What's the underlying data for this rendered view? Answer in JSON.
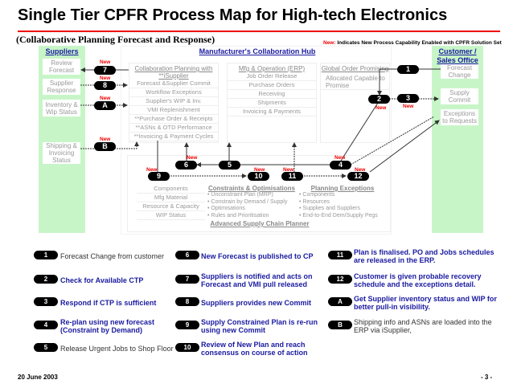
{
  "title": "Single Tier CPFR Process Map for High-tech Electronics",
  "subtitle": "(Collaborative Planning Forecast and Response)",
  "new_note": {
    "prefix": "New:",
    "text": "Indicates New Process Capability Enabled with CPFR Solution Set"
  },
  "suppliers": {
    "header": "Suppliers",
    "boxes": [
      "Review Forecast",
      "Supplier Response",
      "Inventory & Wip Status",
      "Shipping & Invoicing Status"
    ]
  },
  "hub": {
    "header": "Manufacturer's Collaboration Hub",
    "collab": {
      "title": "Collaboration Planning with **iSupplier",
      "rows": [
        "Forecast &Supplier Commit",
        "Workflow Exceptions",
        "Supplier's WIP & Inv.",
        "VMI Replenishment",
        "**Purchase Order & Receipts",
        "**ASNs & OTD Performance",
        "**Invoicing & Payment Cycles"
      ]
    },
    "mfg": {
      "title": "Mfg & Operation (ERP)",
      "rows": [
        "Job Order Release",
        "Purchase Orders",
        "Receiving",
        "Shipments",
        "Invoicing & Payments"
      ]
    },
    "gop": {
      "title": "Global Order Promising",
      "text": "Allocated Capable to Promise"
    },
    "ascp": {
      "title": "Advanced Supply Chain Planner",
      "inputs": [
        "Components",
        "Mfg Material",
        "Resource & Capacity",
        "WIP Status"
      ],
      "constraints": {
        "title": "Constraints & Optimisations",
        "items": [
          "Unconstraint Plan (MRP)",
          "Constrain by Demand / Supply",
          "Optimisations",
          "Rules and Prioritisation"
        ]
      },
      "exceptions": {
        "title": "Planning Exceptions",
        "items": [
          "Components",
          "Resources",
          "Supplies and Suppliers",
          "End-to-End Dem/Supply Pegs"
        ]
      }
    }
  },
  "customer": {
    "header": "Customer / Sales Office",
    "boxes": [
      "Forecast Change",
      "Supply Commit",
      "Exceptions to Requests"
    ]
  },
  "new_label": "New",
  "badges": {
    "b1": "1",
    "b2": "2",
    "b3": "3",
    "b4": "4",
    "b5": "5",
    "b6": "6",
    "b7": "7",
    "b8": "8",
    "b9": "9",
    "b10": "10",
    "b11": "11",
    "b12": "12",
    "bA": "A",
    "bB": "B"
  },
  "legend": [
    {
      "id": "1",
      "text": "Forecast Change from customer",
      "style": "plain"
    },
    {
      "id": "2",
      "text": "Check for Available CTP",
      "style": "bold"
    },
    {
      "id": "3",
      "text": "Respond if CTP is sufficient",
      "style": "bold"
    },
    {
      "id": "4",
      "text": "Re-plan using new forecast (Constraint by Demand)",
      "style": "bold"
    },
    {
      "id": "5",
      "text": "Release Urgent Jobs to Shop Floor",
      "style": "plain"
    },
    {
      "id": "6",
      "text": "New Forecast is published to CP",
      "style": "bold"
    },
    {
      "id": "7",
      "text": "Suppliers is notified and acts on Forecast and VMI pull released",
      "style": "bold"
    },
    {
      "id": "8",
      "text": "Suppliers provides new Commit",
      "style": "bold"
    },
    {
      "id": "9",
      "text": "Supply Constrained Plan is re-run using new Commit",
      "style": "bold"
    },
    {
      "id": "10",
      "text": "Review of New Plan and reach consensus on course of action",
      "style": "bold"
    },
    {
      "id": "11",
      "text": "Plan is finalised. PO and Jobs schedules are released in the ERP.",
      "style": "bold"
    },
    {
      "id": "12",
      "text": "Customer is given probable recovery schedule and the exceptions detail.",
      "style": "bold"
    },
    {
      "id": "A",
      "text": "Get Supplier inventory status and WIP for better pull-in visibility.",
      "style": "bold"
    },
    {
      "id": "B",
      "text": "Shipping info and ASNs are loaded into the ERP via iSupplier,",
      "style": "plain"
    }
  ],
  "footer": {
    "date": "20 June 2003",
    "page": "- 3 -"
  },
  "colors": {
    "title_rule": "#ee0000",
    "column_bg": "#c8f5c8",
    "highlight_text": "#1a1aa0",
    "new": "#ee0000"
  }
}
